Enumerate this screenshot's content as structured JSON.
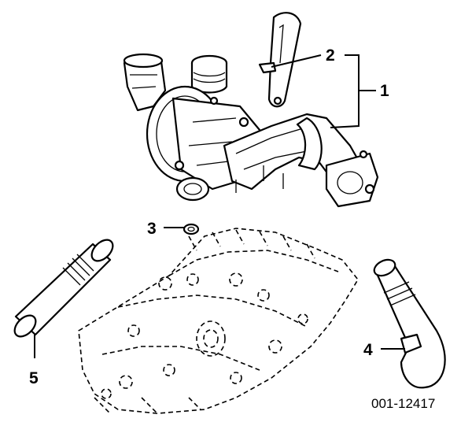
{
  "callouts": {
    "c1": "1",
    "c2": "2",
    "c3": "3",
    "c4": "4",
    "c5": "5"
  },
  "reference_code": "001-12417",
  "parts": [
    {
      "id": "water-pump-assembly",
      "callout": "1"
    },
    {
      "id": "bracket",
      "callout": "2"
    },
    {
      "id": "seal-ring",
      "callout": "3"
    },
    {
      "id": "outlet-pipe",
      "callout": "4"
    },
    {
      "id": "inlet-pipe",
      "callout": "5"
    }
  ]
}
